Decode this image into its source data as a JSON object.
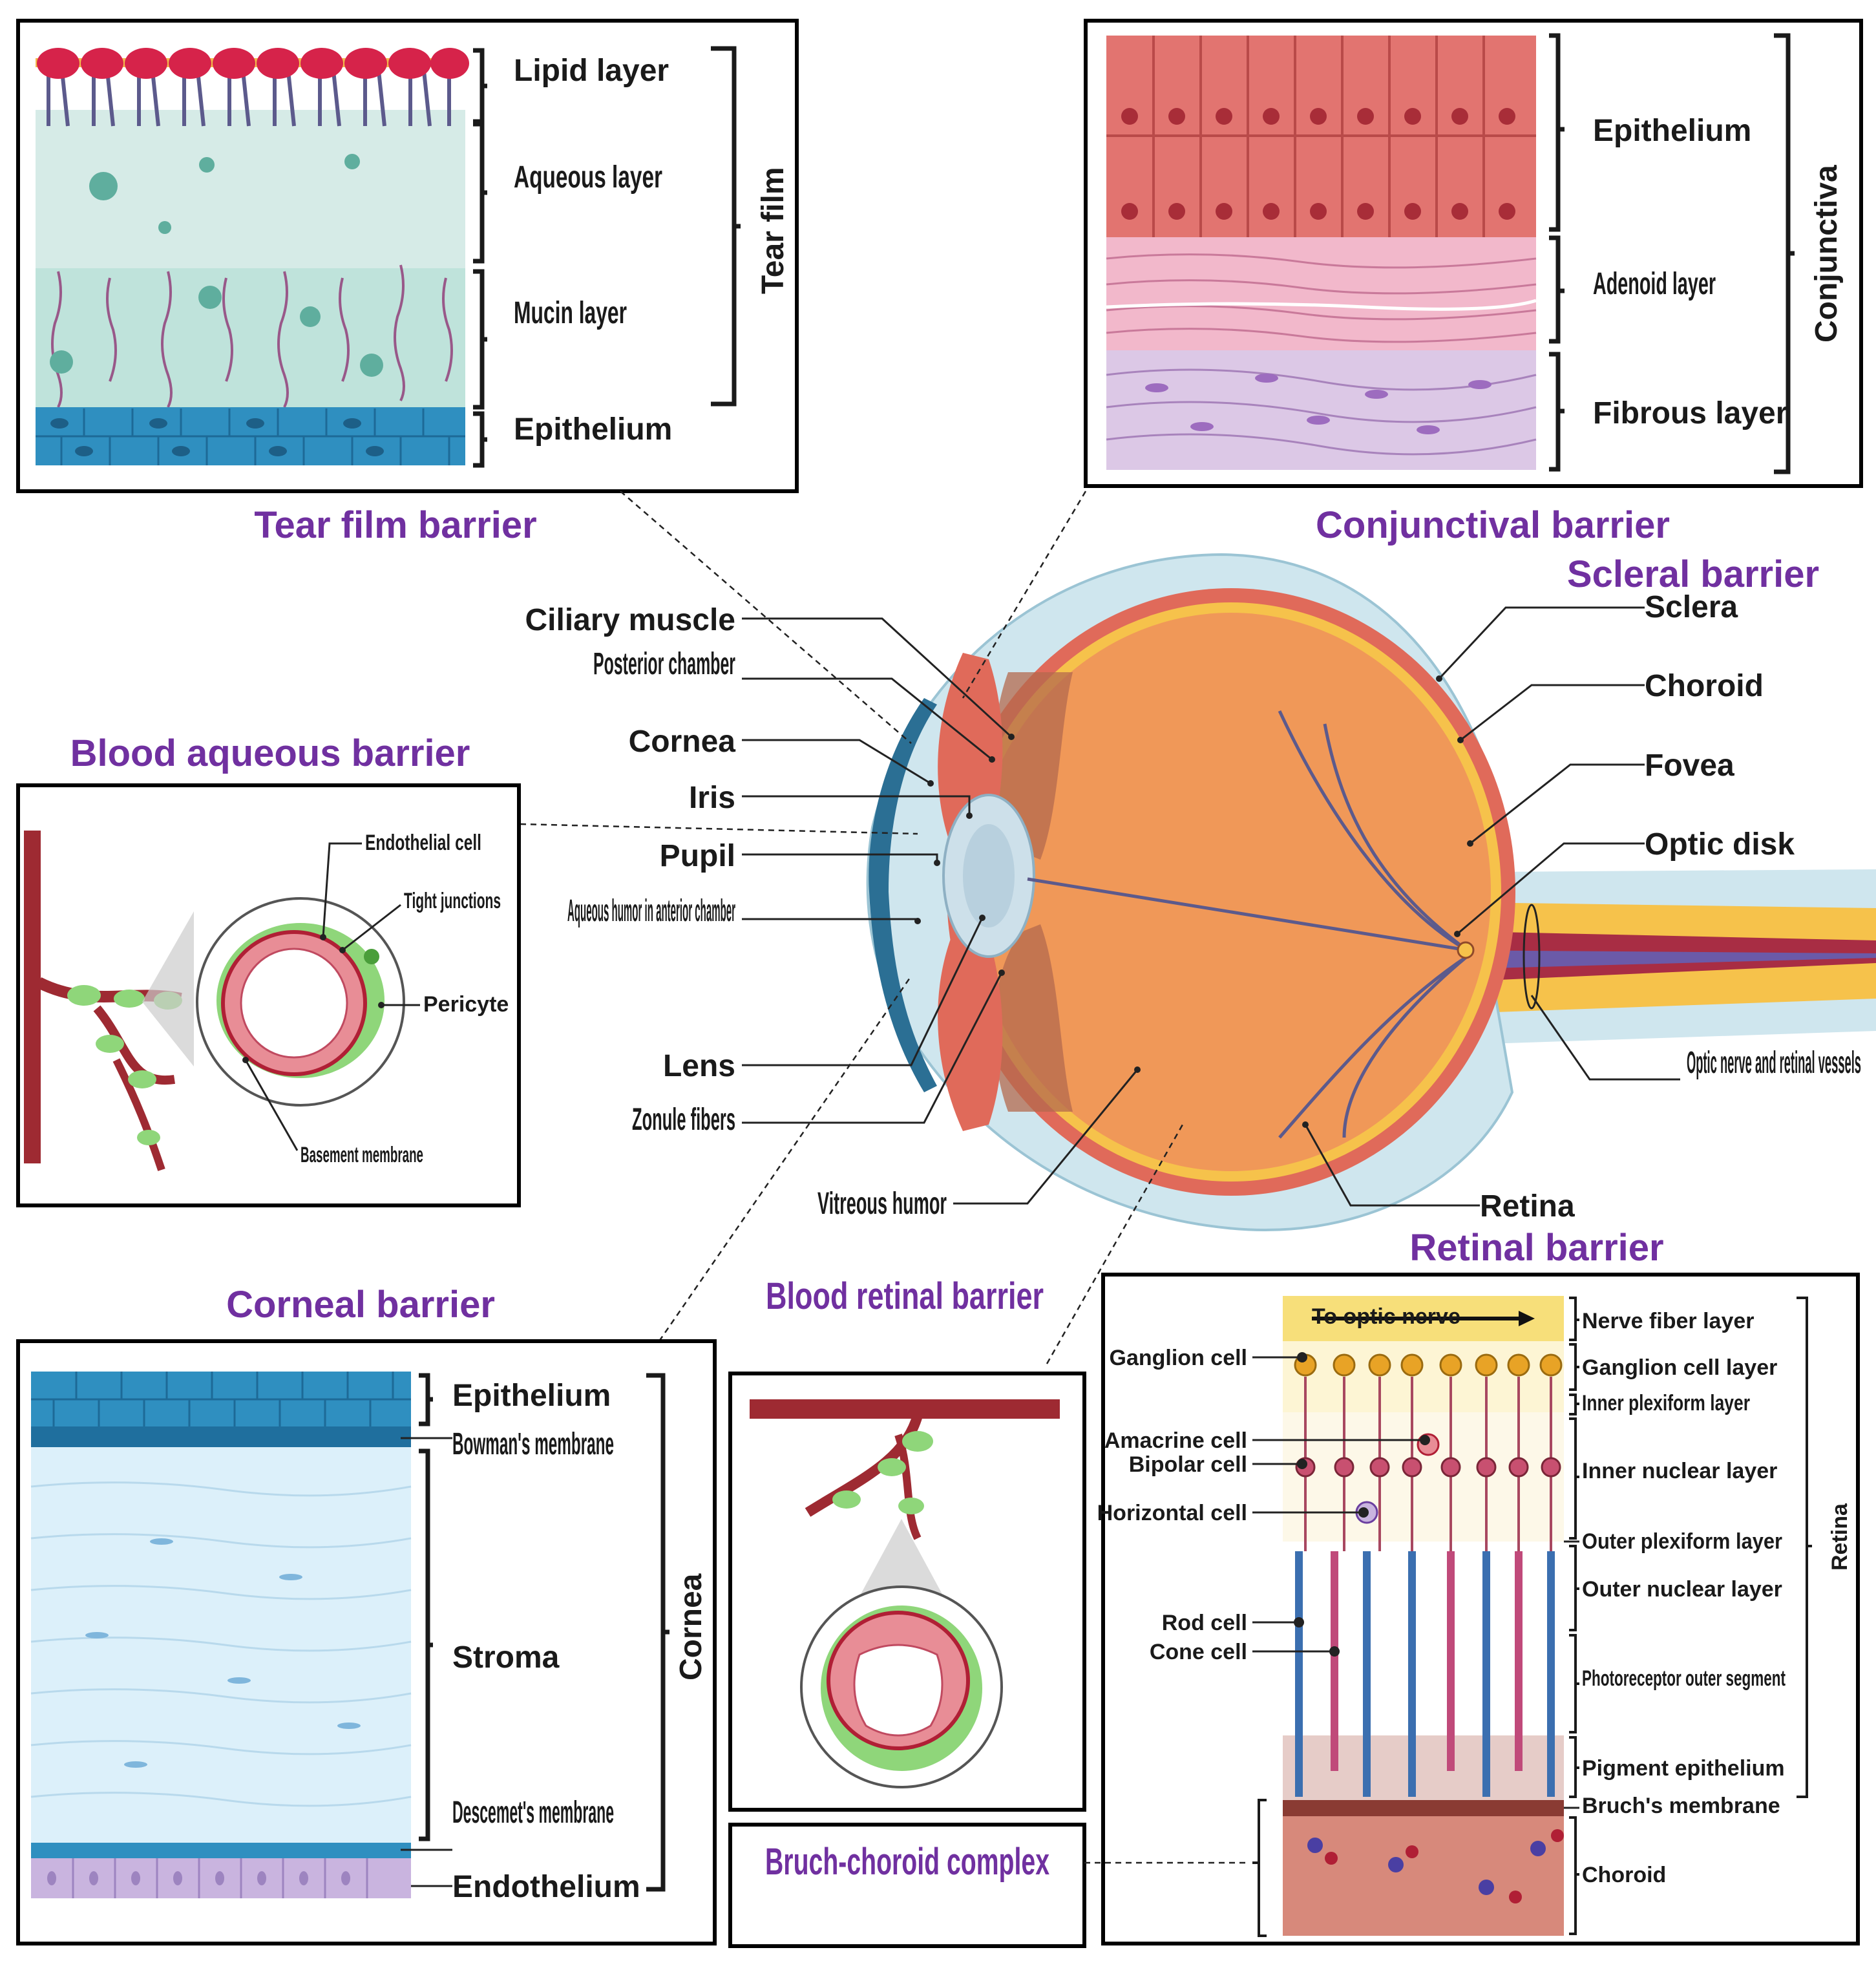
{
  "colors": {
    "title": "#7030a0",
    "tear_lipid": "#d6234a",
    "tear_aqueous": "#d6ebe7",
    "tear_mucin": "#bfe3db",
    "epithelium_blue": "#2f8fc0",
    "conj_epithelium": "#e27470",
    "conj_adenoid": "#f2b8cb",
    "conj_fibrous": "#dcc8e6",
    "eye_orange": "#f09858",
    "sclera": "#cfe6ee",
    "choroid": "#e06a5a",
    "vessel": "#9e2a32",
    "endothelium_green": "#7fd07a",
    "endothelium_pink": "#e88d96",
    "cornea_stroma": "#dcf0fa",
    "cornea_endothelium": "#c9b4df",
    "retina_choroid": "#d7897b"
  },
  "tear_film": {
    "title": "Tear film barrier",
    "layers": [
      "Lipid layer",
      "Aqueous layer",
      "Mucin layer",
      "Epithelium"
    ],
    "group_label": "Tear film"
  },
  "conjunctiva": {
    "title": "Conjunctival barrier",
    "layers": [
      "Epithelium",
      "Adenoid layer",
      "Fibrous layer"
    ],
    "group_label": "Conjunctiva"
  },
  "sclera_title": "Scleral barrier",
  "eye": {
    "left_labels": [
      "Ciliary muscle",
      "Posterior chamber",
      "Cornea",
      "Iris",
      "Pupil",
      "Aqueous humor in anterior chamber",
      "Lens",
      "Zonule fibers",
      "Vitreous humor"
    ],
    "right_labels": [
      "Sclera",
      "Choroid",
      "Fovea",
      "Optic disk",
      "Optic nerve and retinal vessels",
      "Retina"
    ]
  },
  "blood_aqueous": {
    "title": "Blood aqueous barrier",
    "labels": [
      "Endothelial cell",
      "Tight junctions",
      "Pericyte",
      "Basement membrane"
    ]
  },
  "cornea": {
    "title": "Corneal barrier",
    "layers": [
      "Epithelium",
      "Bowman's membrane",
      "Stroma",
      "Descemet's membrane",
      "Endothelium"
    ],
    "group_label": "Cornea"
  },
  "blood_retinal": {
    "title": "Blood retinal barrier"
  },
  "bruch": {
    "title": "Bruch-choroid complex"
  },
  "retina": {
    "title": "Retinal barrier",
    "arrow_text": "To optic nerve",
    "cells": [
      "Ganglion cell",
      "Amacrine cell",
      "Bipolar cell",
      "Horizontal cell",
      "Rod cell",
      "Cone cell"
    ],
    "layers": [
      "Nerve fiber layer",
      "Ganglion cell layer",
      "Inner plexiform layer",
      "Inner nuclear layer",
      "Outer plexiform layer",
      "Outer nuclear layer",
      "Photoreceptor outer segment",
      "Pigment epithelium",
      "Bruch's membrane",
      "Choroid"
    ],
    "group_label": "Retina"
  }
}
